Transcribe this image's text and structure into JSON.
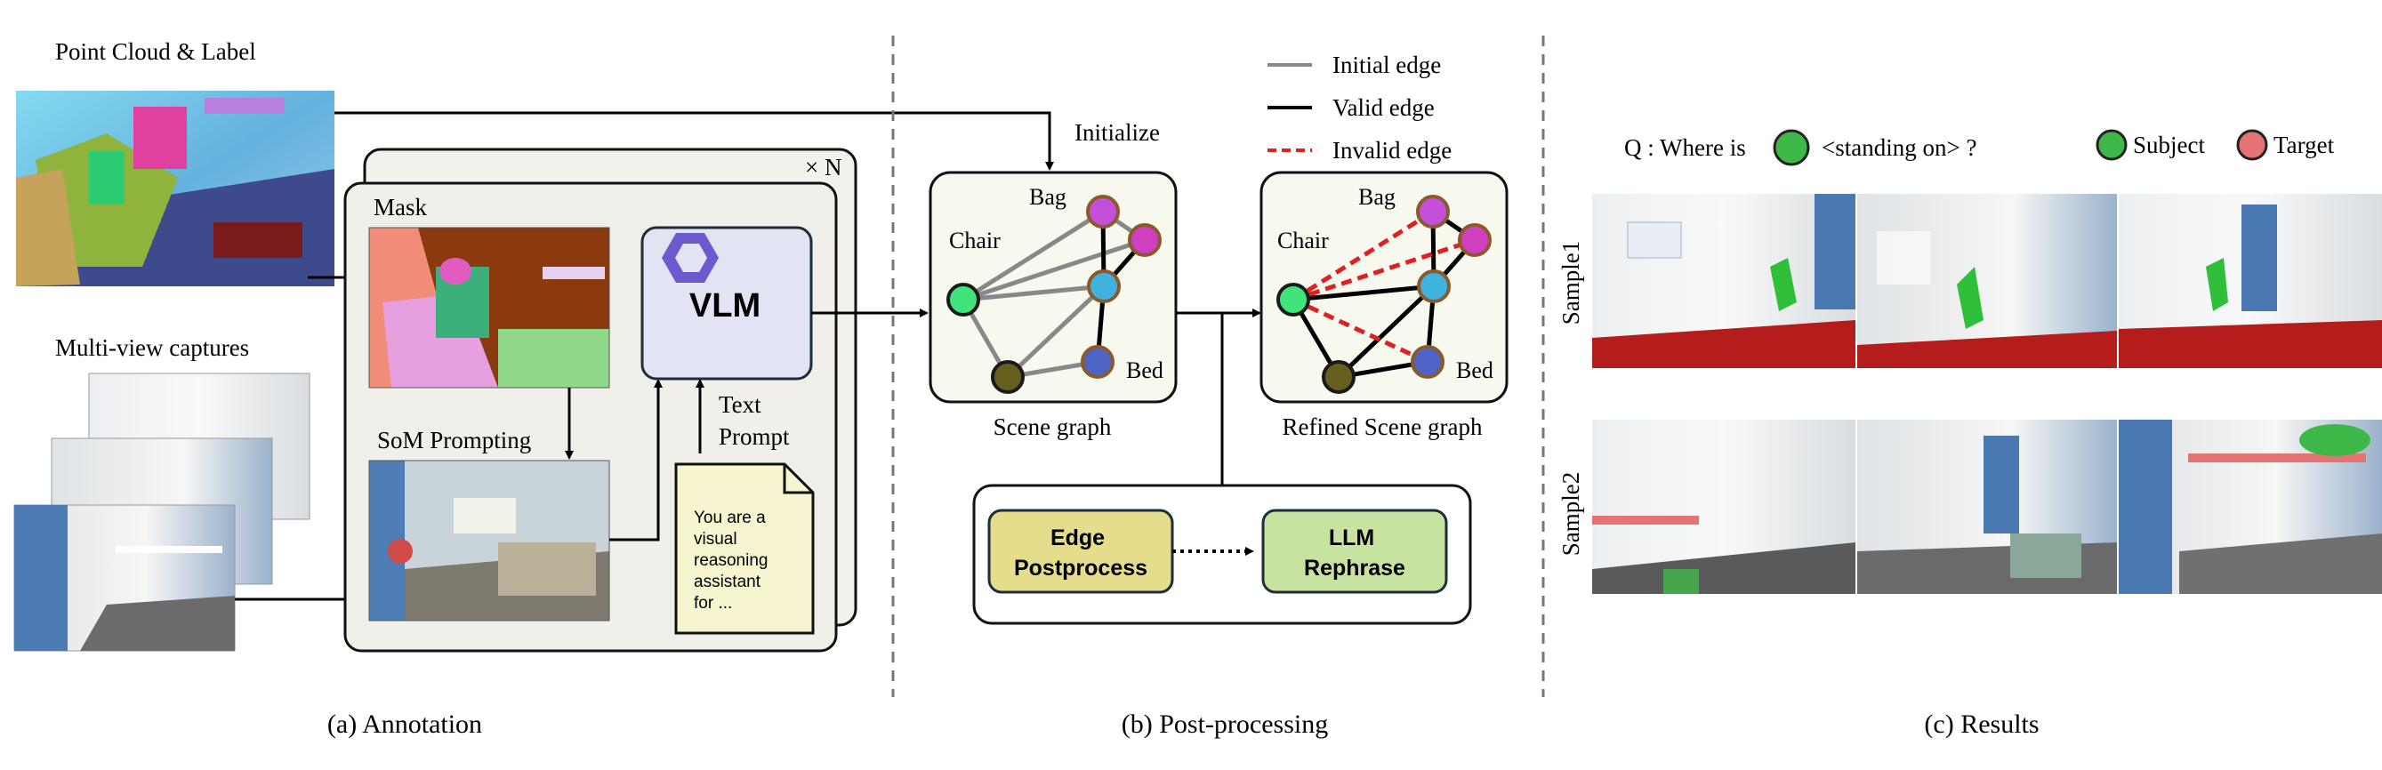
{
  "annotation": {
    "caption": "(a) Annotation",
    "point_cloud_label": "Point Cloud &  Label",
    "multiview_label": "Multi-view captures",
    "stack_count": "× N",
    "mask_label": "Mask",
    "som_label": "SoM Prompting",
    "vlm_label": "VLM",
    "text_prompt_line1": "Text",
    "text_prompt_line2": "Prompt",
    "prompt_lines": [
      "You are a",
      "visual",
      "reasoning",
      "assistant",
      "for ..."
    ]
  },
  "post_processing": {
    "caption": "(b) Post-processing",
    "initialize_label": "Initialize",
    "legend": {
      "initial": "Initial edge",
      "valid": "Valid edge",
      "invalid": "Invalid edge"
    },
    "scene_graph_caption": "Scene graph",
    "refined_caption": "Refined Scene graph",
    "nodes": {
      "bag": "Bag",
      "chair": "Chair",
      "bed": "Bed"
    },
    "edge_postprocess": [
      "Edge",
      "Postprocess"
    ],
    "llm_rephrase": [
      "LLM",
      "Rephrase"
    ]
  },
  "results": {
    "caption": "(c) Results",
    "question_prefix": "Q : Where is",
    "question_suffix": "<standing on> ?",
    "subject_label": "Subject",
    "target_label": "Target",
    "sample1": "Sample1",
    "sample2": "Sample2"
  },
  "colors": {
    "subject": "#3fb84a",
    "target": "#e57373",
    "vlm_box": "#e3e4f3",
    "edge_box": "#e5dc8c",
    "llm_box": "#c8e2a0",
    "graph_bg": "#f7f8ee",
    "panel_bg": "#f1efe9",
    "note_bg": "#f7f5cf",
    "invalid_edge": "#e02020"
  }
}
